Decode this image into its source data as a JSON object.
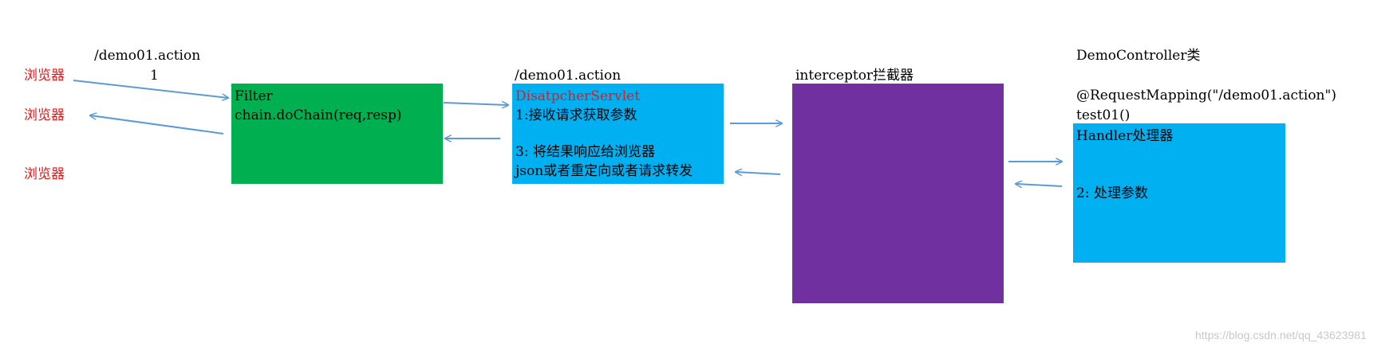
{
  "browser_labels": [
    "浏览器",
    "浏览器",
    "浏览器"
  ],
  "filter_url": "/demo01.action",
  "step_one": "1",
  "filter_box": {
    "title": "Filter",
    "line2": "chain.doChain(req,resp)"
  },
  "dispatcher_url": "/demo01.action",
  "dispatcher_box": {
    "title": "DisatpcherServlet",
    "line1": "1:接收请求获取参数",
    "line3": "3: 将结果响应给浏览器",
    "line4": "json或者重定向或者请求转发"
  },
  "interceptor_label": "interceptor拦截器",
  "controller": {
    "class_label": "DemoController类",
    "mapping": "@RequestMapping(\"/demo01.action\")",
    "method": "test01()"
  },
  "handler_box": {
    "title": "Handler处理器",
    "line2": "2: 处理参数"
  },
  "watermark": "https://blog.csdn.net/qq_43623981",
  "colors": {
    "filter": "#00b050",
    "dispatcher": "#00b0f0",
    "interceptor": "#7030a0",
    "handler": "#00b0f0",
    "arrow": "#5b9bd5",
    "browser_text": "#e31a1c"
  }
}
